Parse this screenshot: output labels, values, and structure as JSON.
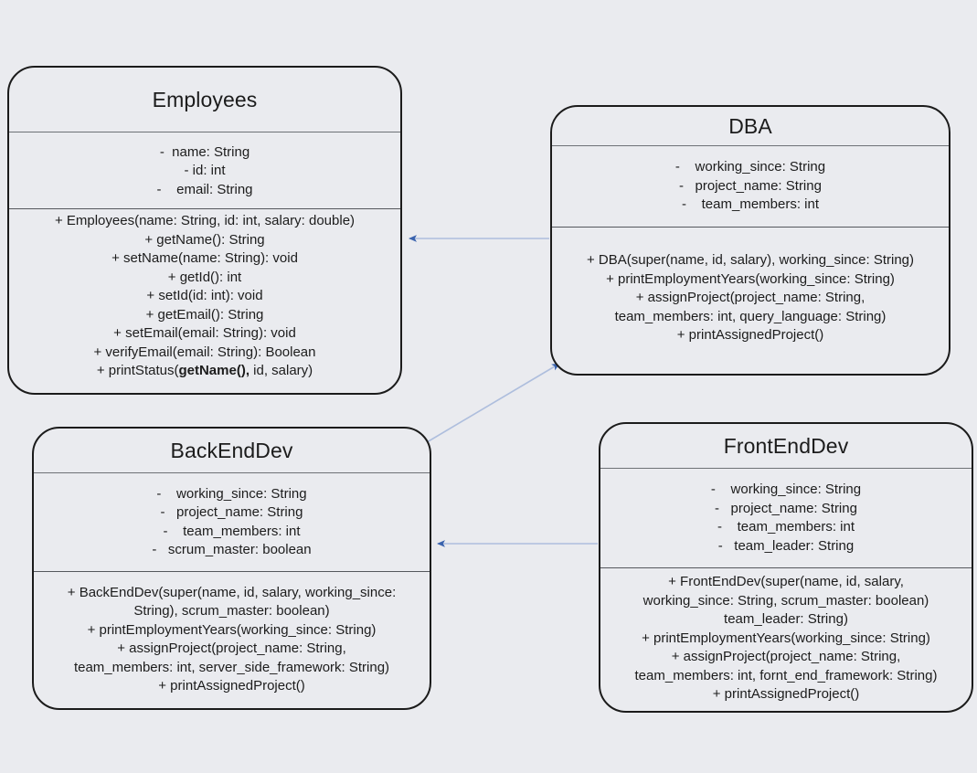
{
  "diagram": {
    "type": "uml-class-diagram",
    "background_color": "#eaebef",
    "border_color": "#1b1b1b",
    "connector_color": "#aebedd",
    "arrowhead_color": "#3a63ae"
  },
  "classes": {
    "employees": {
      "name": "Employees",
      "attributes": [
        "-  name: String",
        "- id: int",
        "-    email: String"
      ],
      "methods": [
        "+ Employees(name: String, id: int, salary: double)",
        "+ getName(): String",
        "+ setName(name: String): void",
        "+ getId(): int",
        "+ setId(id: int): void",
        "+ getEmail(): String",
        "+ setEmail(email: String): void",
        "+ verifyEmail(email: String): Boolean"
      ],
      "method_last_prefix": "+ printStatus(",
      "method_last_bold": "getName(),",
      "method_last_suffix": " id, salary)"
    },
    "dba": {
      "name": "DBA",
      "attributes": [
        "-    working_since: String",
        "-   project_name: String",
        "-    team_members: int"
      ],
      "methods": [
        "+ DBA(super(name, id, salary), working_since: String)",
        "+ printEmploymentYears(working_since: String)",
        "+ assignProject(project_name: String,",
        "team_members: int, query_language: String)",
        "+ printAssignedProject()"
      ]
    },
    "backenddev": {
      "name": "BackEndDev",
      "attributes": [
        "-    working_since: String",
        "-   project_name: String",
        "-    team_members: int",
        "-   scrum_master: boolean"
      ],
      "methods": [
        "+ BackEndDev(super(name, id, salary, working_since:",
        "String), scrum_master: boolean)",
        "+ printEmploymentYears(working_since: String)",
        "+ assignProject(project_name: String,",
        "team_members: int, server_side_framework: String)",
        "+ printAssignedProject()"
      ]
    },
    "frontenddev": {
      "name": "FrontEndDev",
      "attributes": [
        "-    working_since: String",
        "-   project_name: String",
        "-    team_members: int",
        "-   team_leader: String"
      ],
      "methods": [
        "+ FrontEndDev(super(name, id, salary,",
        "working_since: String, scrum_master: boolean)",
        "team_leader: String)",
        "+ printEmploymentYears(working_since: String)",
        "+ assignProject(project_name: String,",
        "team_members: int, fornt_end_framework: String)",
        "+ printAssignedProject()"
      ]
    }
  },
  "connectors": [
    {
      "name": "dba-to-employees",
      "from": "dba",
      "to": "employees",
      "kind": "inheritance-arrow"
    },
    {
      "name": "backenddev-to-dba",
      "from": "backenddev",
      "to": "dba",
      "kind": "inheritance-arrow"
    },
    {
      "name": "frontenddev-to-backenddev",
      "from": "frontenddev",
      "to": "backenddev",
      "kind": "inheritance-arrow"
    }
  ]
}
